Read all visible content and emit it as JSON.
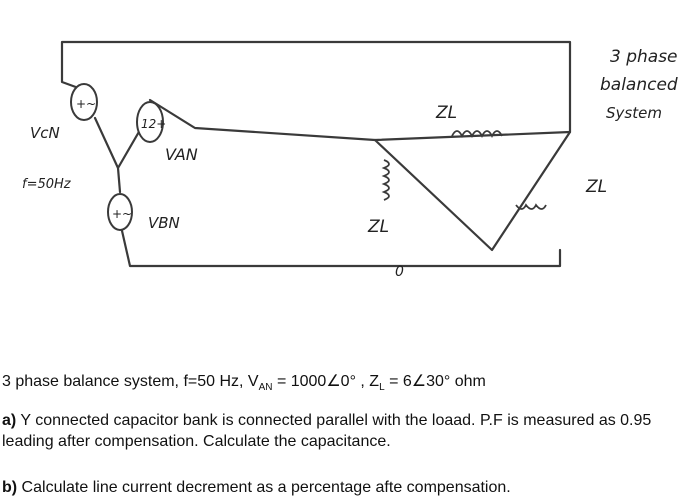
{
  "diagram": {
    "note_lines": [
      "3 phase",
      "balanced",
      "System"
    ],
    "source_labels": {
      "vcn": "VcN",
      "van": "VAN",
      "vbn": "VBN",
      "freq": "f=50Hz"
    },
    "source_symbols": [
      "+~",
      "12+",
      "+~"
    ],
    "impedance_labels": [
      "ZL",
      "ZL",
      "ZL"
    ],
    "stray_mark": "0"
  },
  "problem": {
    "given": {
      "text_before": "3 phase balance system, f=50 Hz, V",
      "v_sub": "AN",
      "v_value": " = 1000∠0° , Z",
      "z_sub": "L",
      "z_value": " = 6∠30° ohm"
    },
    "part_a": {
      "label": "a)",
      "text": " Y connected capacitor bank is connected parallel with the loaad. P.F is measured as 0.95 leading after compensation. Calculate the capacitance."
    },
    "part_b": {
      "label": "b)",
      "text": " Calculate line current decrement as a percentage afte compensation."
    }
  }
}
